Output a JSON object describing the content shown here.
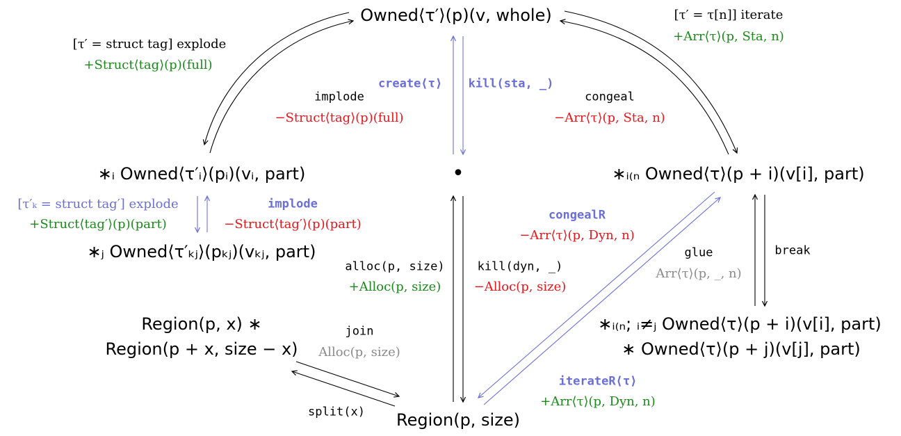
{
  "colors": {
    "black": "#000000",
    "green": "#1a8a1a",
    "red": "#e8151b",
    "blue": "#6a6fd8",
    "gray": "#8a8a8a"
  },
  "nodes": {
    "top": "Owned⟨τ′⟩(p)(v, whole)",
    "left": "∗ᵢ Owned⟨τ′ᵢ⟩(pᵢ)(vᵢ, part)",
    "left_lower": "∗ⱼ Owned⟨τ′ₖⱼ⟩(pₖⱼ)(vₖⱼ, part)",
    "center": "•",
    "right": "∗ᵢ₍ₙ Owned⟨τ⟩(p + i)(v[i], part)",
    "right_lower_1": "∗ᵢ₍ₙ; ᵢ≠ⱼ Owned⟨τ⟩(p + i)(v[i], part)",
    "right_lower_2": "∗ Owned⟨τ⟩(p + j)(v[j], part)",
    "region_split_1": "Region(p, x) ∗",
    "region_split_2": "Region(p + x, size − x)",
    "region": "Region(p, size)"
  },
  "labels": {
    "explode_top_cond": "[τ′ = struct tag] explode",
    "explode_top_eff": "+Struct⟨tag⟩(p)(full)",
    "iterate_cond": "[τ′ = τ[n]] iterate",
    "iterate_eff": "+Arr⟨τ⟩(p, Sta, n)",
    "implode_top": "implode",
    "implode_top_eff": "−Struct⟨tag⟩(p)(full)",
    "create": "create⟨τ⟩",
    "kill_sta": "kill(sta, _)",
    "congeal": "congeal",
    "congeal_eff": "−Arr⟨τ⟩(p, Sta, n)",
    "explode_left_cond": "[τ′ₖ = struct tag′] explode",
    "explode_left_eff": "+Struct⟨tag′⟩(p)(part)",
    "implode_left": "implode",
    "implode_left_eff": "−Struct⟨tag′⟩(p)(part)",
    "congealR": "congealR",
    "congealR_eff": "−Arr⟨τ⟩(p, Dyn, n)",
    "glue": "glue",
    "glue_eff": "Arr⟨τ⟩(p, _, n)",
    "break": "break",
    "alloc": "alloc(p, size)",
    "alloc_eff": "+Alloc(p, size)",
    "kill_dyn": "kill(dyn, _)",
    "kill_dyn_eff": "−Alloc(p, size)",
    "join": "join",
    "join_eff": "Alloc(p, size)",
    "split": "split(x)",
    "iterateR": "iterateR⟨τ⟩",
    "iterateR_eff": "+Arr⟨τ⟩(p, Dyn, n)"
  }
}
